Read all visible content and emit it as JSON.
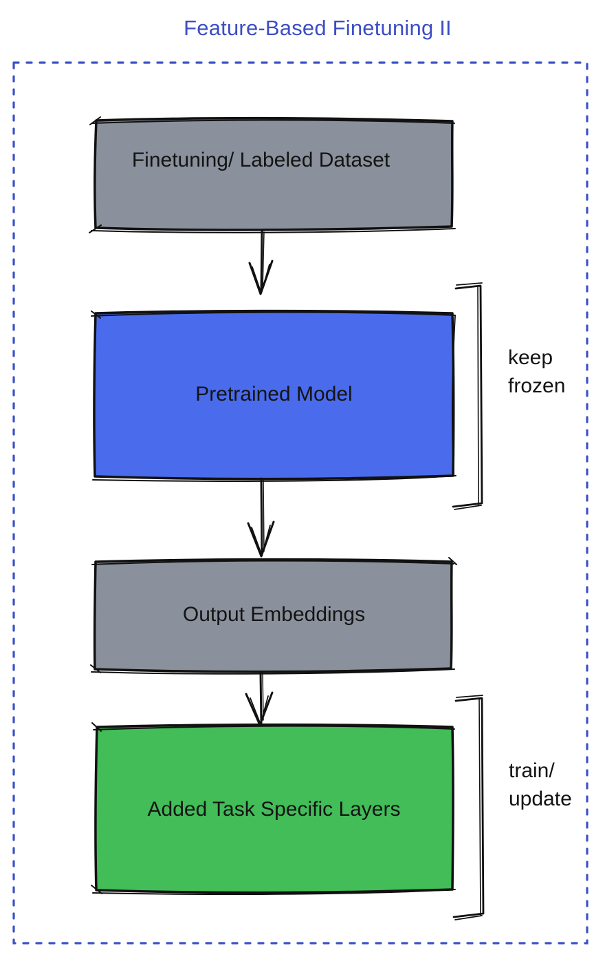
{
  "diagram": {
    "title": "Feature-Based Finetuning II",
    "nodes": [
      {
        "id": "dataset",
        "label": "Finetuning/ Labeled Dataset",
        "fill": "#8A919C"
      },
      {
        "id": "pretrained",
        "label": "Pretrained Model",
        "fill": "#4A6BEC"
      },
      {
        "id": "embeddings",
        "label": "Output Embeddings",
        "fill": "#8A919C"
      },
      {
        "id": "task-layers",
        "label": "Added Task Specific Layers",
        "fill": "#42BD58"
      }
    ],
    "edges": [
      {
        "from": "dataset",
        "to": "pretrained",
        "style": "sketch-arrow-down"
      },
      {
        "from": "pretrained",
        "to": "embeddings",
        "style": "sketch-arrow-down"
      },
      {
        "from": "embeddings",
        "to": "task-layers",
        "style": "sketch-arrow-down"
      }
    ],
    "annotations": [
      {
        "target": "pretrained",
        "side": "right-bracket",
        "label": "keep\nfrozen"
      },
      {
        "target": "task-layers",
        "side": "right-bracket",
        "label": "train/\nupdate"
      }
    ],
    "colors": {
      "title_text": "#3C4EC3",
      "dashed_border": "#3B51C5",
      "sketch_stroke": "#111111",
      "node_gray": "#8A919C",
      "node_blue": "#4A6BEC",
      "node_green": "#42BD58",
      "label_text": "#141414",
      "background": "#FFFFFF"
    }
  }
}
